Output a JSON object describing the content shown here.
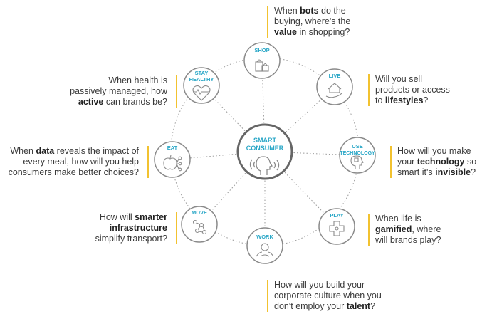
{
  "center": {
    "label_line1": "SMART",
    "label_line2": "CONSUMER"
  },
  "nodes": {
    "shop": {
      "label_line1": "SHOP",
      "label_line2": ""
    },
    "live": {
      "label_line1": "LIVE",
      "label_line2": ""
    },
    "use": {
      "label_line1": "USE",
      "label_line2": "TECHNOLOGY"
    },
    "play": {
      "label_line1": "PLAY",
      "label_line2": ""
    },
    "work": {
      "label_line1": "WORK",
      "label_line2": ""
    },
    "move": {
      "label_line1": "MOVE",
      "label_line2": ""
    },
    "eat": {
      "label_line1": "EAT",
      "label_line2": ""
    },
    "health": {
      "label_line1": "STAY",
      "label_line2": "HEALTHY"
    }
  },
  "questions": {
    "shop": [
      [
        "When ",
        {
          "b": "bots"
        },
        " do the"
      ],
      [
        "buying, where's the"
      ],
      [
        {
          "b": "value"
        },
        " in shopping?"
      ]
    ],
    "live": [
      [
        "Will you sell"
      ],
      [
        "products or access"
      ],
      [
        "to ",
        {
          "b": "lifestyles"
        },
        "?"
      ]
    ],
    "use": [
      [
        "How will you make"
      ],
      [
        "your ",
        {
          "b": "technology"
        },
        " so"
      ],
      [
        "smart it's ",
        {
          "b": "invisible"
        },
        "?"
      ]
    ],
    "play": [
      [
        "When life is"
      ],
      [
        {
          "b": "gamified"
        },
        ", where"
      ],
      [
        "will brands play?"
      ]
    ],
    "work": [
      [
        "How will you build your"
      ],
      [
        "corporate culture when you"
      ],
      [
        "don't employ your ",
        {
          "b": "talent"
        },
        "?"
      ]
    ],
    "move": [
      [
        "How will ",
        {
          "b": "smarter"
        }
      ],
      [
        {
          "b": "infrastructure"
        }
      ],
      [
        "simplify transport?"
      ]
    ],
    "eat": [
      [
        "When ",
        {
          "b": "data"
        },
        " reveals the impact of"
      ],
      [
        "every meal, how will you help"
      ],
      [
        "consumers make better choices?"
      ]
    ],
    "health": [
      [
        "When health is"
      ],
      [
        "passively managed, how"
      ],
      [
        {
          "b": "active"
        },
        " can brands be?"
      ]
    ]
  },
  "colors": {
    "accent": "#2aa7c7",
    "ring": "#8a8a8a",
    "icon": "#8a8a8a",
    "bar": "#f2c230",
    "text": "#3a3a3a"
  }
}
